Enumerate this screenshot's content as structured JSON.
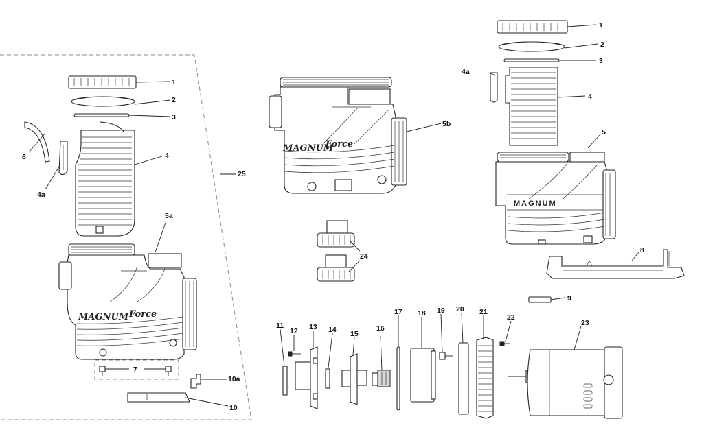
{
  "brand_labels": {
    "left_housing": "MAGNUM",
    "left_housing_suffix": "Force",
    "center_housing": "MAGNUM",
    "center_housing_suffix": "Force",
    "right_housing": "MAGNUM"
  },
  "callouts": {
    "r1": "1",
    "r2": "2",
    "r3": "3",
    "r4a": "4a",
    "r4": "4",
    "r5": "5",
    "r8": "8",
    "r9": "9",
    "l1": "1",
    "l2": "2",
    "l3": "3",
    "l6": "6",
    "l4": "4",
    "l4a": "4a",
    "l25": "25",
    "l5a": "5a",
    "l7": "7",
    "l10a": "10a",
    "l10": "10",
    "c5b": "5b",
    "c24": "24",
    "b11": "11",
    "b12": "12",
    "b13": "13",
    "b14": "14",
    "b15": "15",
    "b16": "16",
    "b17": "17",
    "b18": "18",
    "b19": "19",
    "b20": "20",
    "b21": "21",
    "b22": "22",
    "b23": "23"
  }
}
